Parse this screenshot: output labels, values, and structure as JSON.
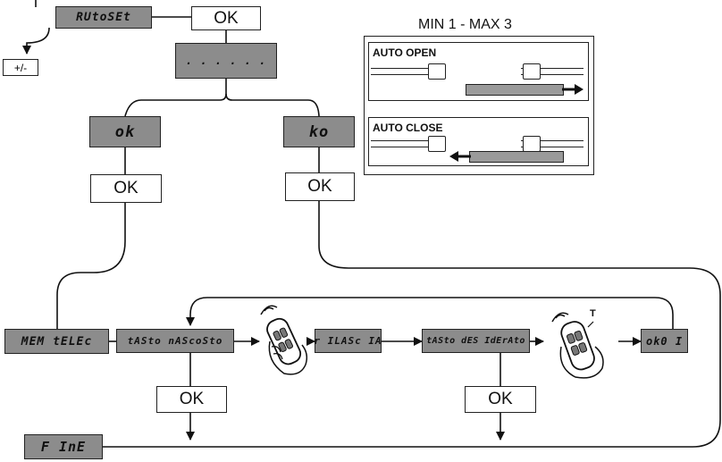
{
  "displays": {
    "autoset": "RUtoSEt",
    "dots": ". . .   . . .",
    "ok": "ok",
    "ko": "ko",
    "mem_telec": "MEM tELEc",
    "tasto_nascosto": "tASto nAScoSto",
    "rilascia": "r ILASc IA",
    "tasto_desiderato": "tASto dES IdErAto",
    "ok01": "ok0 I",
    "fine": "F InE"
  },
  "buttons": {
    "ok": "OK"
  },
  "plus_minus": "+/-",
  "panel": {
    "title": "MIN 1 - MAX 3",
    "auto_open": "AUTO OPEN",
    "auto_close": "AUTO CLOSE"
  },
  "remote_mark": "T"
}
